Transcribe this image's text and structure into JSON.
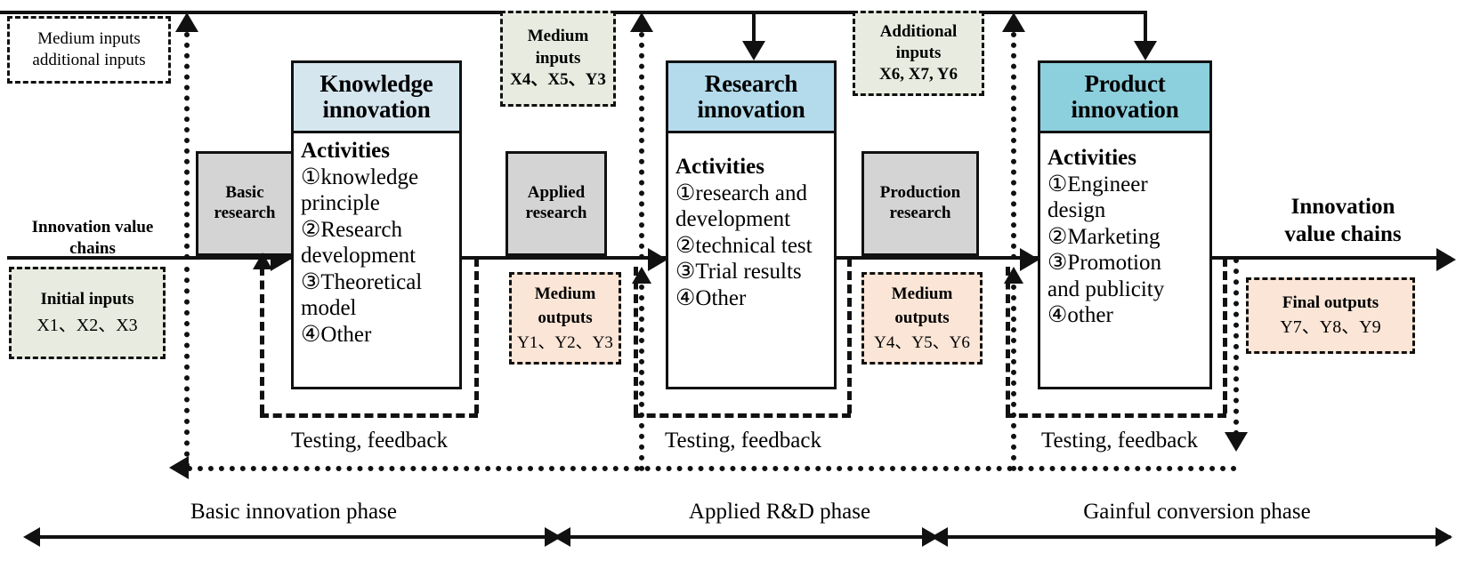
{
  "diagram": {
    "title": "Innovation value chain three-stage framework",
    "colors": {
      "knowledge_header": "#d5e6ef",
      "research_header": "#b4dbec",
      "product_header": "#8ccfdd",
      "grey_box": "#d4d4d4",
      "input_tint": "#e8ece0",
      "output_tint": "#fae5d6",
      "stroke": "#111111"
    }
  },
  "chain_labels": {
    "left": "Innovation value chains",
    "right_line1": "Innovation",
    "right_line2": "value chains"
  },
  "top_left_note": {
    "line1": "Medium inputs",
    "line2": "additional inputs"
  },
  "inputs": {
    "initial": {
      "line1": "Initial inputs",
      "line2": "X1、X2、X3"
    },
    "medium": {
      "line1": "Medium",
      "line2": "inputs",
      "line3": "X4、X5、Y3"
    },
    "additional": {
      "line1": "Additional",
      "line2": "inputs",
      "line3": "X6, X7, Y6"
    }
  },
  "outputs": {
    "medium1": {
      "line1": "Medium",
      "line2": "outputs",
      "line3": "Y1、Y2、Y3"
    },
    "medium2": {
      "line1": "Medium",
      "line2": "outputs",
      "line3": "Y4、Y5、Y6"
    },
    "final": {
      "line1": "Final outputs",
      "line2": "Y7、Y8、Y9"
    }
  },
  "research_boxes": [
    {
      "line1": "Basic",
      "line2": "research"
    },
    {
      "line1": "Applied",
      "line2": "research"
    },
    {
      "line1": "Production",
      "line2": "research"
    }
  ],
  "stages": [
    {
      "title_line1": "Knowledge",
      "title_line2": "innovation",
      "activities_label": "Activities",
      "activities": [
        "①knowledge",
        "principle",
        "②Research",
        "development",
        "③Theoretical",
        "model",
        "④Other"
      ]
    },
    {
      "title_line1": "Research",
      "title_line2": "innovation",
      "activities_label": "Activities",
      "activities": [
        "①research and",
        "development",
        "②technical test",
        "③Trial results",
        "④Other"
      ]
    },
    {
      "title_line1": "Product",
      "title_line2": "innovation",
      "activities_label": "Activities",
      "activities": [
        "①Engineer",
        "design",
        "②Marketing",
        "③Promotion",
        "and publicity",
        "④other"
      ]
    }
  ],
  "feedback_labels": [
    "Testing, feedback",
    "Testing, feedback",
    "Testing, feedback"
  ],
  "phases": [
    "Basic innovation phase",
    "Applied R&D phase",
    "Gainful conversion phase"
  ]
}
